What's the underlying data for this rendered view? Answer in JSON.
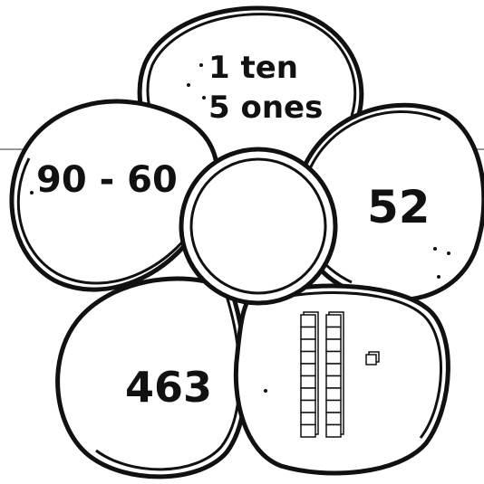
{
  "petals": {
    "top": {
      "line1": "1 ten",
      "line2": "5 ones"
    },
    "left": {
      "text": "90 - 60"
    },
    "right": {
      "text": "52"
    },
    "bottom_left": {
      "text": "463"
    },
    "bottom_right": {
      "tens_rods": 2,
      "ones_cubes": 1
    }
  },
  "colors": {
    "ink": "#111111",
    "paper": "#ffffff"
  }
}
